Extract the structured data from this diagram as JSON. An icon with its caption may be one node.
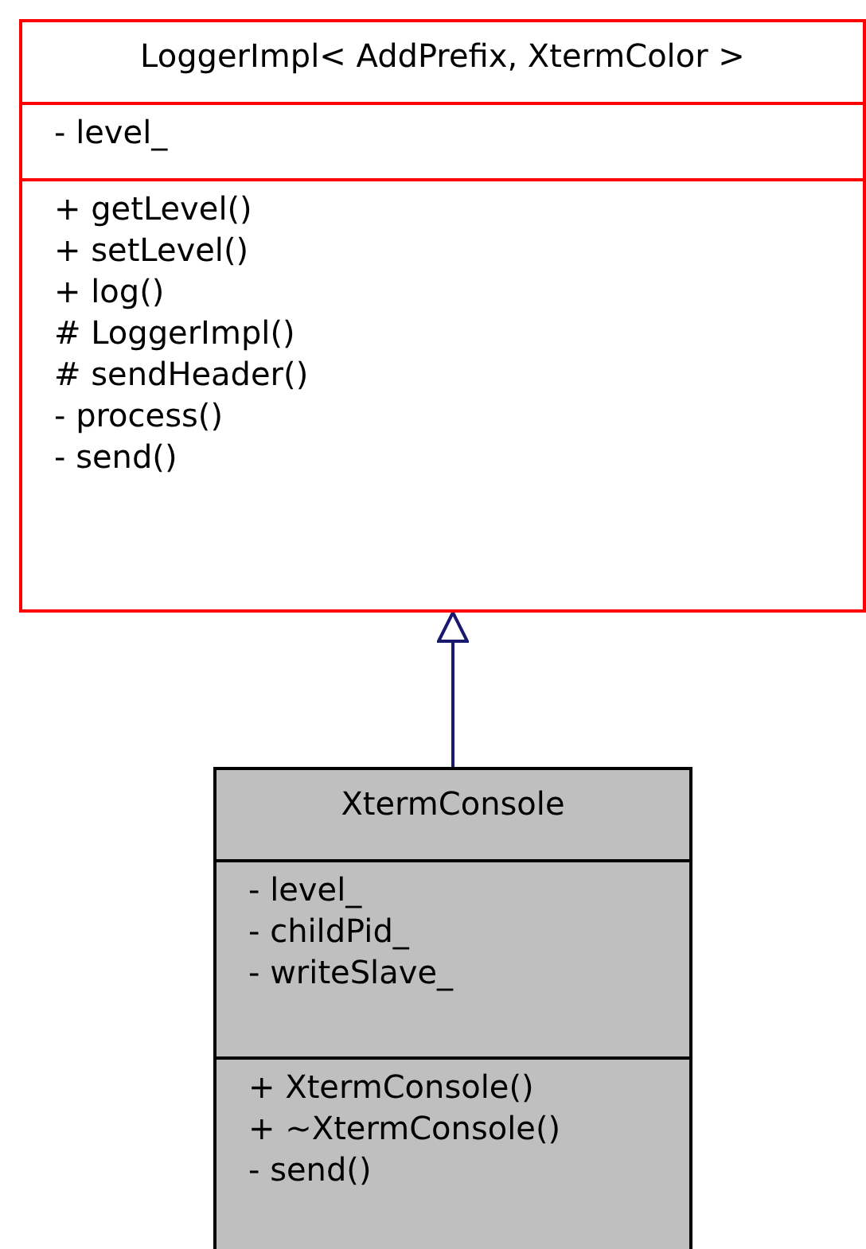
{
  "diagram": {
    "nodes": [
      {
        "text": [
          "LoggerImpl< AddPrefix, XtermColor >"
        ]
      },
      {
        "text": [
          "- level_"
        ],
        "in": 0
      },
      {
        "text": [
          "+ getLevel()",
          "+ setLevel()",
          "+ log()",
          "# LoggerImpl()",
          "# sendHeader()",
          "- process()",
          "- send()"
        ],
        "in": 0
      },
      {
        "text": [
          "XtermConsole"
        ]
      },
      {
        "text": [
          "- level_",
          "- childPid_",
          "- writeSlave_"
        ],
        "in": 3
      },
      {
        "text": [
          "+ XtermConsole()",
          "+ ~XtermConsole()",
          "- send()"
        ],
        "in": 3
      }
    ],
    "edges": [
      {
        "from": 3,
        "to": 0,
        "arrow": "to"
      }
    ]
  }
}
